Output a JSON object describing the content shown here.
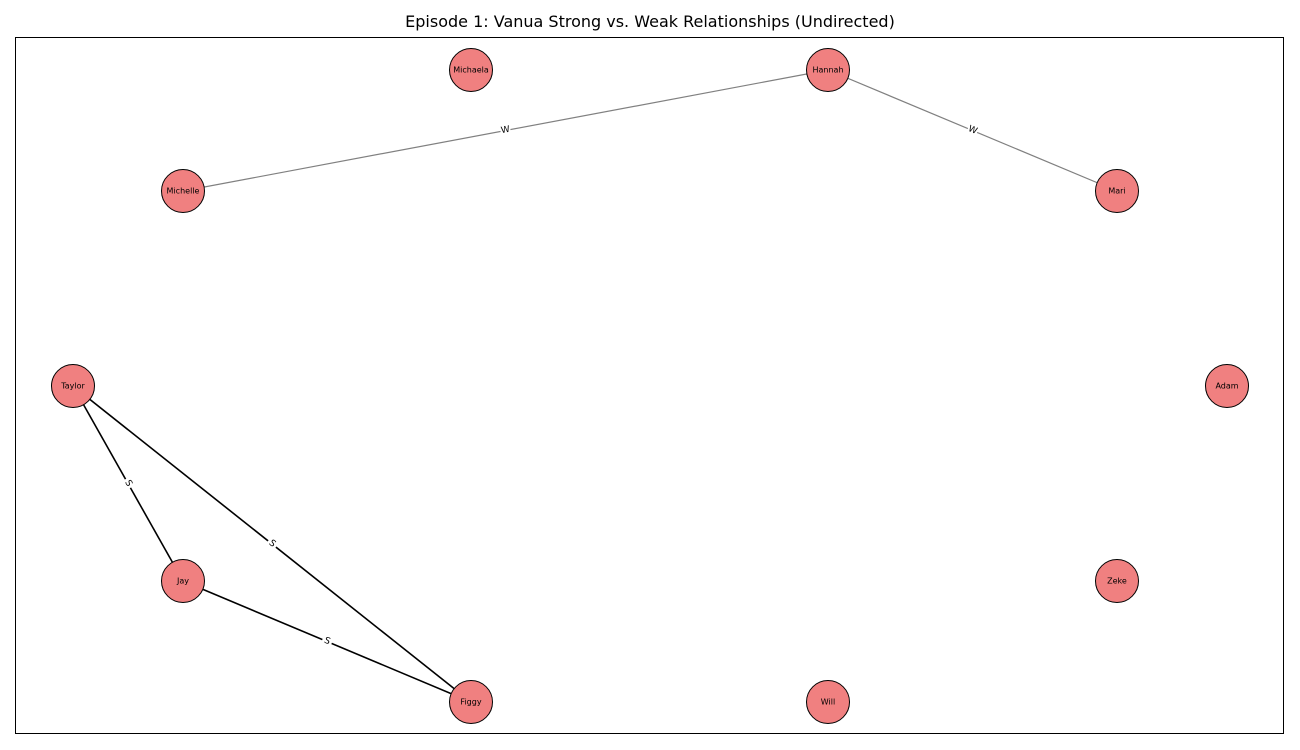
{
  "title": "Episode 1: Vanua Strong vs. Weak Relationships (Undirected)",
  "colors": {
    "node_fill": "#f08080",
    "node_stroke": "#000000",
    "strong_edge": "#000000",
    "weak_edge": "#808080"
  },
  "nodes": [
    {
      "id": "Michaela",
      "label": "Michaela"
    },
    {
      "id": "Hannah",
      "label": "Hannah"
    },
    {
      "id": "Michelle",
      "label": "Michelle"
    },
    {
      "id": "Mari",
      "label": "Mari"
    },
    {
      "id": "Taylor",
      "label": "Taylor"
    },
    {
      "id": "Adam",
      "label": "Adam"
    },
    {
      "id": "Jay",
      "label": "Jay"
    },
    {
      "id": "Zeke",
      "label": "Zeke"
    },
    {
      "id": "Figgy",
      "label": "Figgy"
    },
    {
      "id": "Will",
      "label": "Will"
    }
  ],
  "edges": [
    {
      "source": "Michelle",
      "target": "Hannah",
      "type": "weak",
      "label": "W"
    },
    {
      "source": "Hannah",
      "target": "Mari",
      "type": "weak",
      "label": "W"
    },
    {
      "source": "Taylor",
      "target": "Jay",
      "type": "strong",
      "label": "S"
    },
    {
      "source": "Taylor",
      "target": "Figgy",
      "type": "strong",
      "label": "S"
    },
    {
      "source": "Jay",
      "target": "Figgy",
      "type": "strong",
      "label": "S"
    }
  ]
}
